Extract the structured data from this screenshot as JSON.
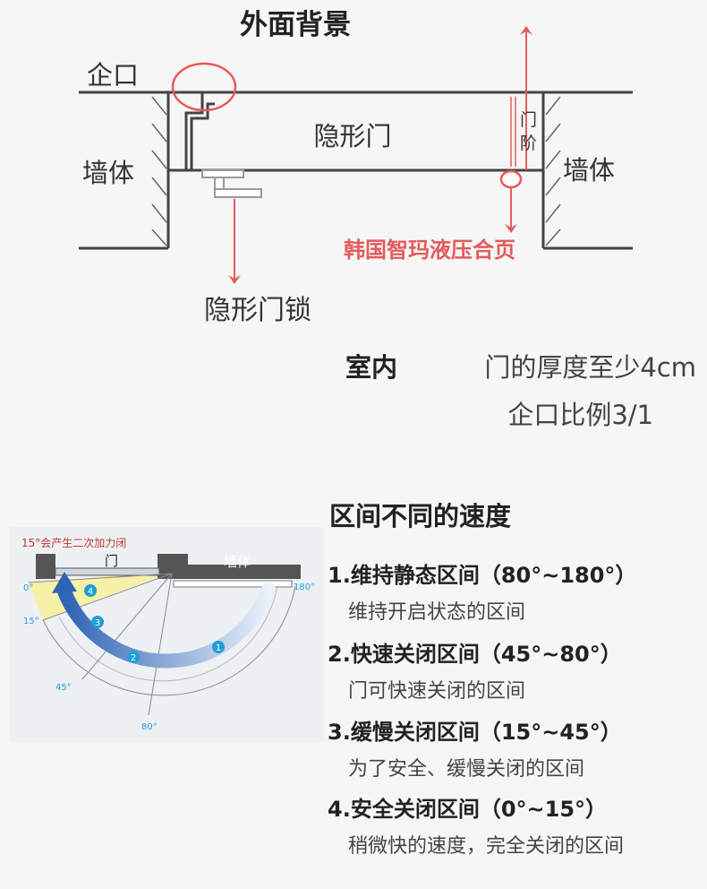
{
  "top": {
    "title": "外面背景",
    "rabbet_label": "企口",
    "wall_left": "墙体",
    "wall_right": "墙体",
    "door_label": "隐形门",
    "step_label_1": "门",
    "step_label_2": "阶",
    "hinge_label": "韩国智玛液压合页",
    "lock_label": "隐形门锁",
    "indoor_label": "室内",
    "thickness_note": "门的厚度至少4cm",
    "ratio_note": "企口比例3/1",
    "colors": {
      "accent_red": "#e55b5b",
      "line": "#444444",
      "lock_gray": "#9a9a9a"
    }
  },
  "panel": {
    "caption": "15°会产生二次加力闭",
    "door": "门",
    "wall": "墙体",
    "angles": [
      "0°",
      "15°",
      "45°",
      "80°",
      "180°"
    ],
    "zones": [
      "1",
      "2",
      "3",
      "4"
    ],
    "colors": {
      "arc_blue": "#2e64b4",
      "zone_yellow": "#f7ef9e",
      "badge": "#1f9fd4",
      "caption_red": "#c0392b"
    }
  },
  "speed": {
    "title": "区间不同的速度",
    "items": [
      {
        "heading": "1.维持静态区间（80°~180°）",
        "desc": "维持开启状态的区间"
      },
      {
        "heading": "2.快速关闭区间（45°~80°）",
        "desc": "门可快速关闭的区间"
      },
      {
        "heading": "3.缓慢关闭区间（15°~45°）",
        "desc": "为了安全、缓慢关闭的区间"
      },
      {
        "heading": "4.安全关闭区间（0°~15°）",
        "desc": "稍微快的速度，完全关闭的区间"
      }
    ]
  }
}
